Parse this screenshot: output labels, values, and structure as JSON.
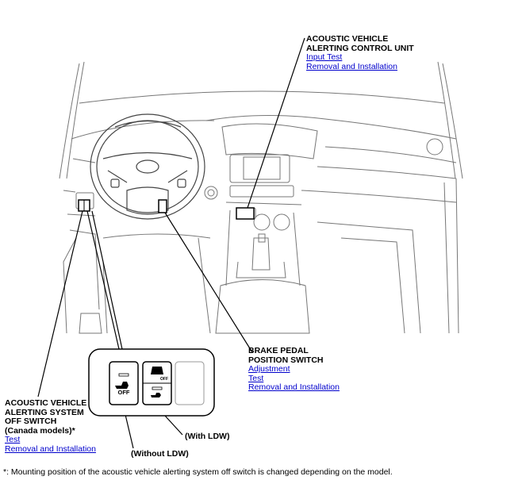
{
  "alerting_unit": {
    "title_line1": "ACOUSTIC VEHICLE",
    "title_line2": "ALERTING CONTROL UNIT",
    "links": [
      "Input Test",
      "Removal and Installation"
    ]
  },
  "brake_switch": {
    "title_line1": "BRAKE PEDAL",
    "title_line2": "POSITION SWITCH",
    "links": [
      "Adjustment",
      "Test",
      "Removal and Installation"
    ]
  },
  "off_switch": {
    "title_line1": "ACOUSTIC VEHICLE",
    "title_line2": "ALERTING SYSTEM",
    "title_line3": "OFF SWITCH",
    "title_line4": "(Canada models)*",
    "links": [
      "Test",
      "Removal and Installation"
    ]
  },
  "switch_panel": {
    "off_text": "OFF",
    "off_small": "OFF",
    "with_ldw": "(With LDW)",
    "without_ldw": "(Without LDW)"
  },
  "footnote": "*: Mounting position of the acoustic vehicle alerting system off switch is changed depending on the model."
}
